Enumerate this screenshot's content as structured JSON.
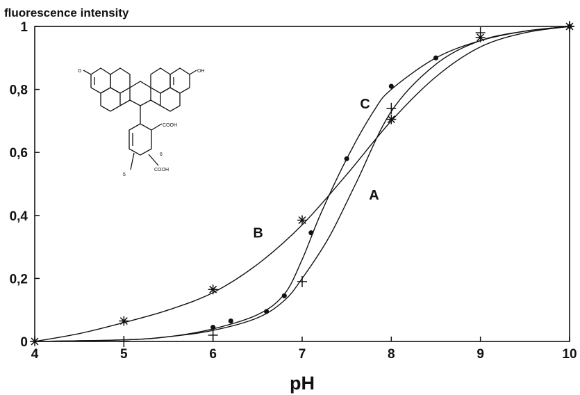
{
  "chart_data": {
    "type": "line",
    "title": "",
    "ylabel": "fluorescence intensity",
    "xlabel": "pH",
    "xlim": [
      4,
      10
    ],
    "ylim": [
      0,
      1
    ],
    "xticks": [
      "4",
      "5",
      "6",
      "7",
      "8",
      "9",
      "10"
    ],
    "yticks": [
      "0",
      "0,2",
      "0,4",
      "0,6",
      "0,8",
      "1"
    ],
    "grid": false,
    "legend": "none",
    "series": [
      {
        "name": "A",
        "marker": "plus",
        "points": [
          [
            5,
            0.0
          ],
          [
            6,
            0.02
          ],
          [
            7,
            0.19
          ],
          [
            8,
            0.74
          ],
          [
            9,
            0.98
          ],
          [
            10,
            1.0
          ]
        ],
        "curve": [
          [
            4,
            0.0
          ],
          [
            5,
            0.005
          ],
          [
            5.5,
            0.015
          ],
          [
            6,
            0.035
          ],
          [
            6.5,
            0.075
          ],
          [
            6.8,
            0.13
          ],
          [
            7,
            0.2
          ],
          [
            7.3,
            0.33
          ],
          [
            7.6,
            0.5
          ],
          [
            8,
            0.73
          ],
          [
            8.5,
            0.88
          ],
          [
            9,
            0.955
          ],
          [
            9.5,
            0.985
          ],
          [
            10,
            1.0
          ]
        ]
      },
      {
        "name": "B",
        "marker": "asterisk",
        "points": [
          [
            4,
            0.0
          ],
          [
            5,
            0.065
          ],
          [
            6,
            0.165
          ],
          [
            7,
            0.385
          ],
          [
            8,
            0.705
          ],
          [
            9,
            0.965
          ],
          [
            10,
            1.0
          ]
        ],
        "curve": [
          [
            4,
            0.0
          ],
          [
            4.5,
            0.025
          ],
          [
            5,
            0.06
          ],
          [
            5.5,
            0.1
          ],
          [
            6,
            0.155
          ],
          [
            6.5,
            0.245
          ],
          [
            7,
            0.37
          ],
          [
            7.5,
            0.53
          ],
          [
            8,
            0.7
          ],
          [
            8.5,
            0.84
          ],
          [
            9,
            0.935
          ],
          [
            9.5,
            0.98
          ],
          [
            10,
            1.0
          ]
        ]
      },
      {
        "name": "C",
        "marker": "dot",
        "points": [
          [
            6,
            0.045
          ],
          [
            6.2,
            0.065
          ],
          [
            6.6,
            0.095
          ],
          [
            6.8,
            0.145
          ],
          [
            7.1,
            0.345
          ],
          [
            7.5,
            0.58
          ],
          [
            8,
            0.81
          ],
          [
            8.5,
            0.9
          ],
          [
            10,
            1.0
          ]
        ],
        "curve": [
          [
            4,
            0.0
          ],
          [
            5,
            0.005
          ],
          [
            5.5,
            0.015
          ],
          [
            6,
            0.04
          ],
          [
            6.5,
            0.085
          ],
          [
            6.8,
            0.15
          ],
          [
            7,
            0.26
          ],
          [
            7.2,
            0.4
          ],
          [
            7.5,
            0.58
          ],
          [
            7.8,
            0.73
          ],
          [
            8,
            0.8
          ],
          [
            8.5,
            0.9
          ],
          [
            9,
            0.955
          ],
          [
            9.5,
            0.985
          ],
          [
            10,
            1.0
          ]
        ]
      }
    ],
    "curve_labels": [
      {
        "text": "A",
        "at": [
          7.75,
          0.45
        ]
      },
      {
        "text": "B",
        "at": [
          6.45,
          0.33
        ]
      },
      {
        "text": "C",
        "at": [
          7.65,
          0.74
        ]
      }
    ]
  },
  "structure": {
    "labels": [
      "O",
      "OH",
      "COOH",
      "COOH",
      "6",
      "5"
    ]
  }
}
